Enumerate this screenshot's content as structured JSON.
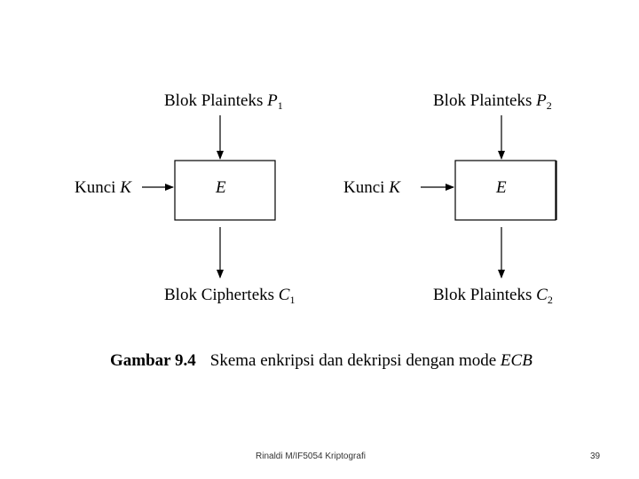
{
  "left": {
    "top_label": {
      "text": "Blok Plainteks ",
      "var": "P",
      "sub": "1"
    },
    "key_label": {
      "text": "Kunci ",
      "var": "K"
    },
    "box_label": "E",
    "bottom_label": {
      "text": "Blok Cipherteks ",
      "var": "C",
      "sub": "1"
    }
  },
  "right": {
    "top_label": {
      "text": "Blok Plainteks ",
      "var": "P",
      "sub": "2"
    },
    "key_label": {
      "text": "Kunci ",
      "var": "K"
    },
    "box_label": "E",
    "bottom_label": {
      "text": "Blok Plainteks ",
      "var": "C",
      "sub": "2"
    }
  },
  "caption": {
    "label": "Gambar 9.4",
    "text": "Skema enkripsi dan dekripsi dengan mode ",
    "var": "ECB"
  },
  "footer": {
    "author": "Rinaldi M/IF5054 Kriptografi",
    "page": "39"
  }
}
